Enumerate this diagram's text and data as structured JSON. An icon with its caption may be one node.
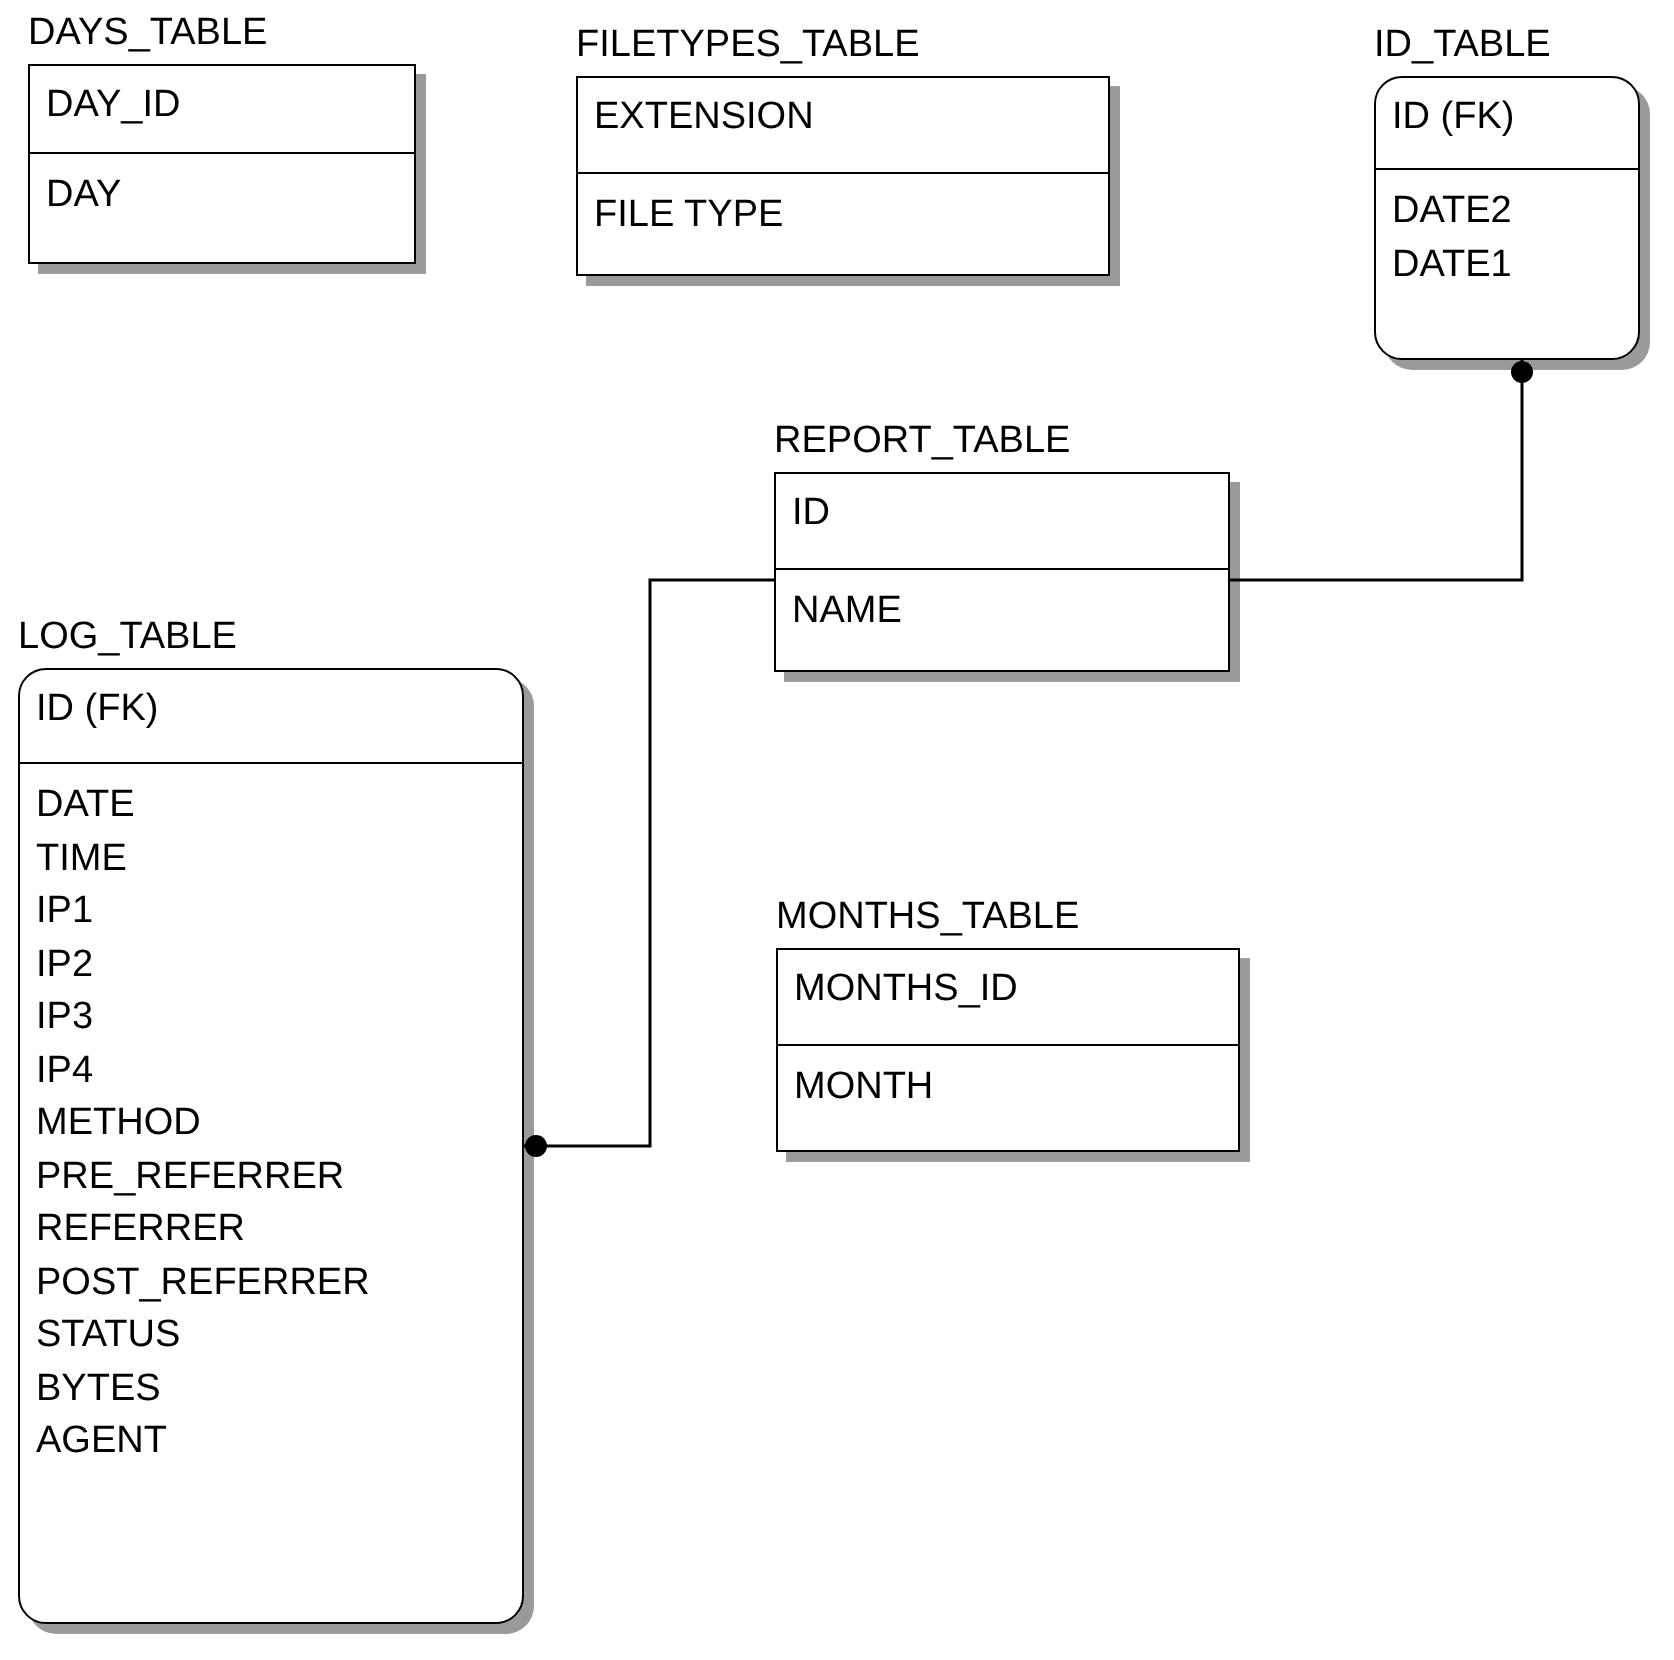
{
  "diagram": {
    "nodes": [
      {
        "text": [
          "DAYS_TABLE",
          "DAY_ID",
          "DAY"
        ]
      },
      {
        "text": [
          "FILETYPES_TABLE",
          "EXTENSION",
          "FILE TYPE"
        ]
      },
      {
        "text": [
          "ID_TABLE",
          "ID (FK)",
          "DATE2",
          "DATE1"
        ]
      },
      {
        "text": [
          "REPORT_TABLE",
          "ID",
          "NAME"
        ]
      },
      {
        "text": [
          "LOG_TABLE",
          "ID (FK)",
          "DATE",
          "TIME",
          "IP1",
          "IP2",
          "IP3",
          "IP4",
          "METHOD",
          "PRE_REFERRER",
          "REFERRER",
          "POST_REFERRER",
          "STATUS",
          "BYTES",
          "AGENT"
        ]
      },
      {
        "text": [
          "MONTHS_TABLE",
          "MONTHS_ID",
          "MONTH"
        ]
      }
    ],
    "edges": [
      {
        "from": 3,
        "to": 2,
        "arrow": "other"
      },
      {
        "from": 3,
        "to": 4,
        "arrow": "other"
      }
    ]
  }
}
